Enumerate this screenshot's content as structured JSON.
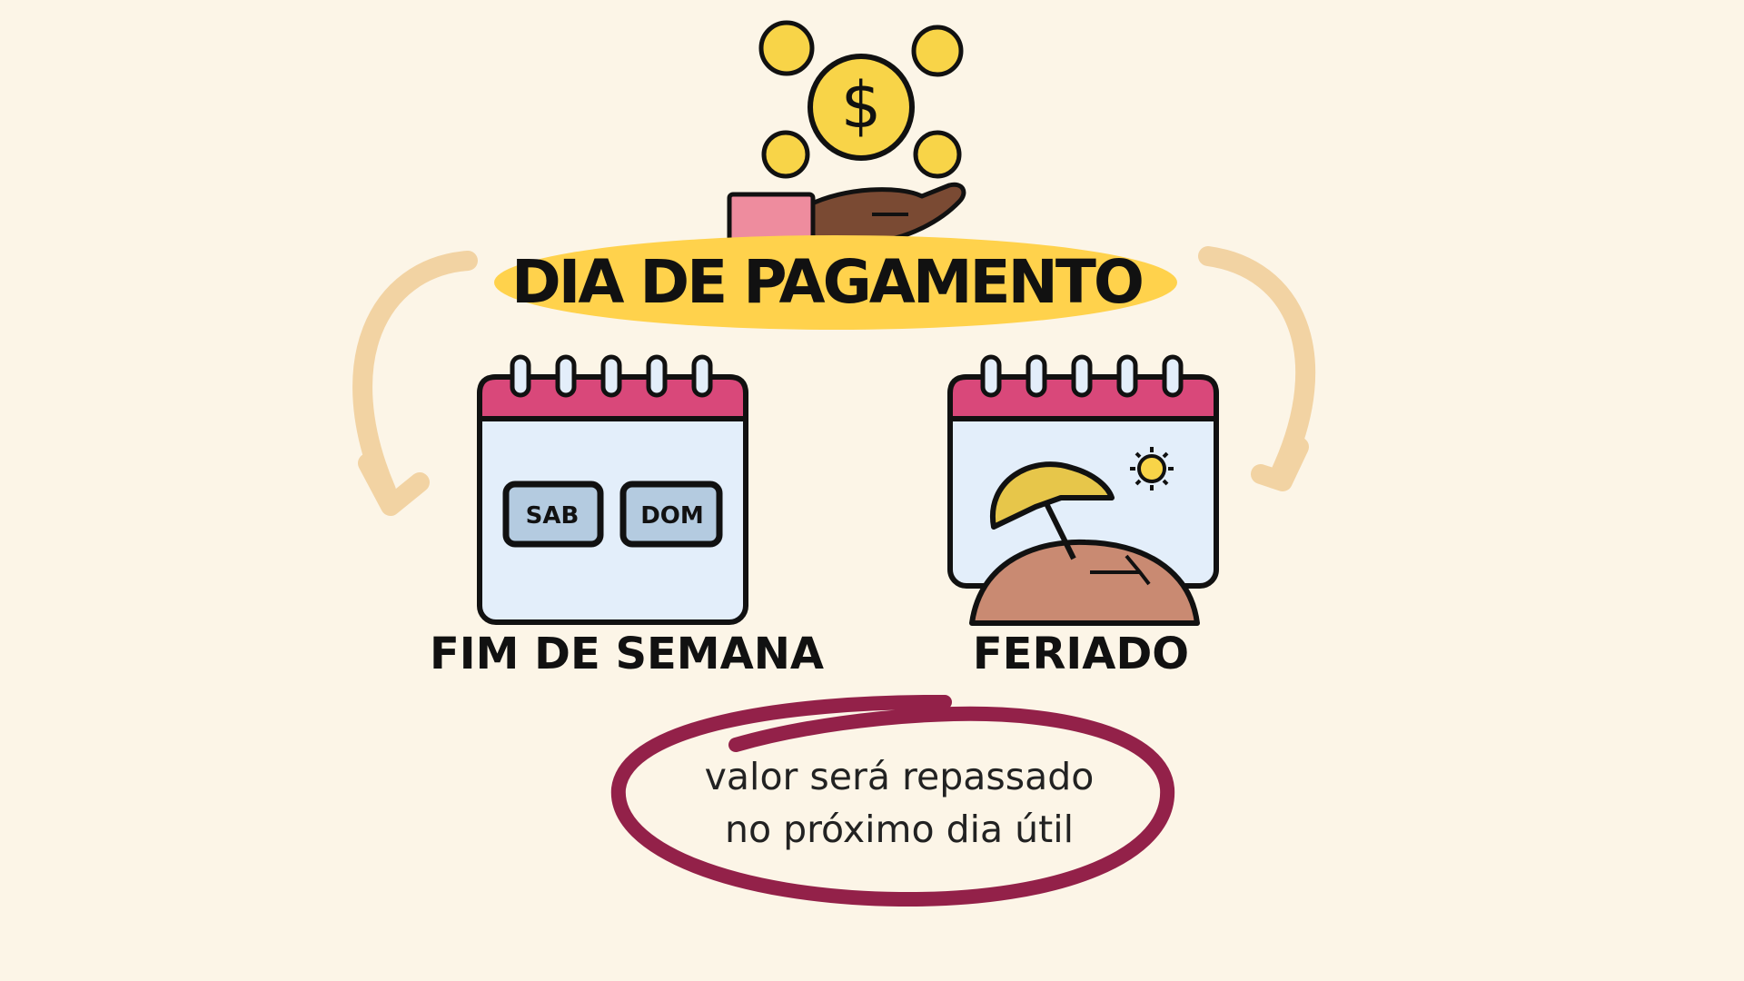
{
  "title": "DIA DE PAGAMENTO",
  "weekend": {
    "label": "FIM DE SEMANA",
    "days": [
      "SAB",
      "DOM"
    ]
  },
  "holiday": {
    "label": "FERIADO"
  },
  "note": {
    "line1": "valor será repassado",
    "line2": "no próximo dia útil"
  },
  "icons": {
    "coins": "dollar-coin-icon",
    "hand": "hand-icon",
    "umbrella": "beach-umbrella-icon",
    "sun": "sun-icon"
  },
  "colors": {
    "background": "#FCF5E7",
    "highlight": "#FFD24C",
    "calendar_top": "#D9487A",
    "calendar_body": "#E3EEFA",
    "arrow": "#F2D3A3",
    "ellipse": "#932149",
    "coin": "#F8D448",
    "sand": "#C98A72"
  }
}
